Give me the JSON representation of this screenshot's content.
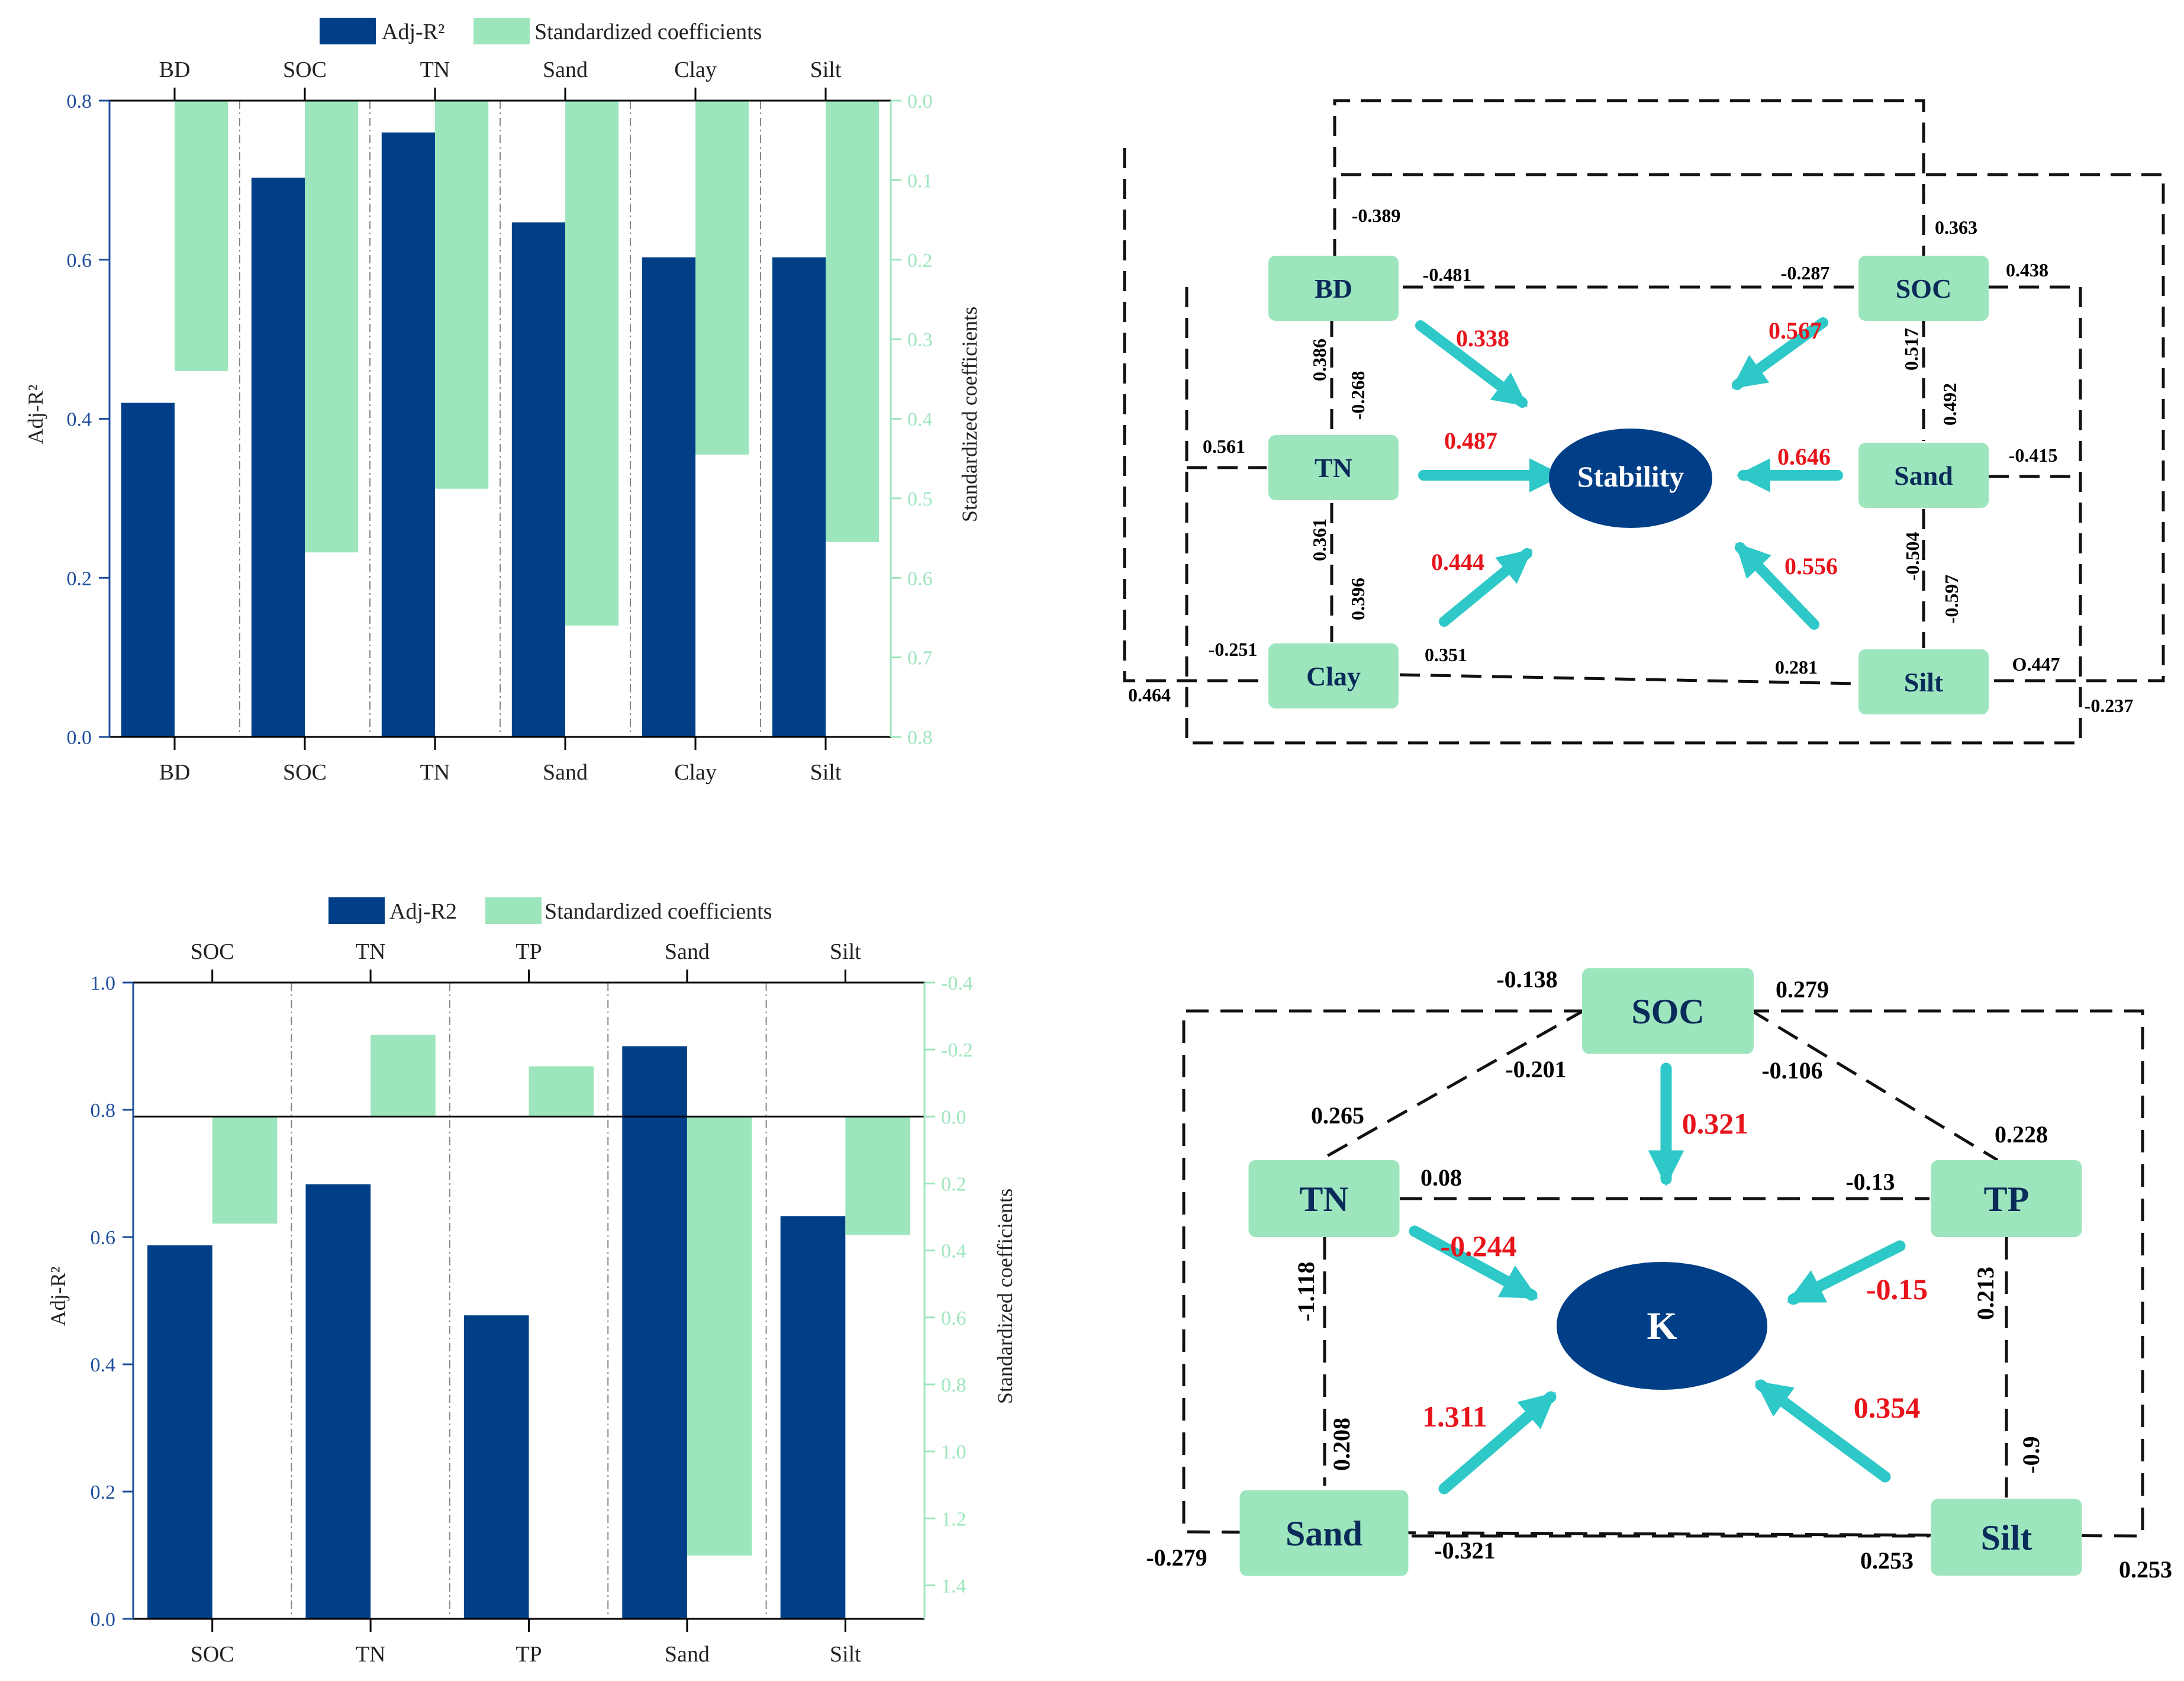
{
  "chart_data": [
    {
      "type": "bar",
      "categories": [
        "BD",
        "SOC",
        "TN",
        "Sand",
        "Clay",
        "Silt"
      ],
      "series": [
        {
          "name": "Adj-R²",
          "values": [
            0.42,
            0.703,
            0.76,
            0.647,
            0.603,
            0.603
          ],
          "color": "#003f87"
        },
        {
          "name": "Standardized coefficients",
          "values": [
            0.34,
            0.568,
            0.488,
            0.66,
            0.445,
            0.555
          ],
          "color": "#9de6bd"
        }
      ],
      "ylabel": "Adj-R²",
      "ylabel_right": "Standardized coefficients",
      "ylim": [
        0,
        0.8
      ],
      "ylim_right": [
        0,
        0.8
      ],
      "right_axis_inverted": true,
      "yticks": [
        "0.0",
        "0.2",
        "0.4",
        "0.6",
        "0.8"
      ],
      "yticks_right": [
        "0.0",
        "0.1",
        "0.2",
        "0.3",
        "0.4",
        "0.5",
        "0.6",
        "0.7",
        "0.8"
      ]
    },
    {
      "type": "bar",
      "categories": [
        "SOC",
        "TN",
        "TP",
        "Sand",
        "Silt"
      ],
      "series": [
        {
          "name": "Adj-R2",
          "values": [
            0.587,
            0.683,
            0.477,
            0.9,
            0.633
          ],
          "color": "#003f87"
        },
        {
          "name": "Standardized coefficients",
          "values": [
            0.32,
            -0.244,
            -0.15,
            1.311,
            0.354
          ],
          "color": "#9de6bd"
        }
      ],
      "ylabel": "Adj-R²",
      "ylabel_right": "Standardized coefficients",
      "ylim": [
        0,
        1.0
      ],
      "ylim_right": [
        -0.4,
        1.5
      ],
      "right_axis_inverted": true,
      "yticks": [
        "0.0",
        "0.2",
        "0.4",
        "0.6",
        "0.8",
        "1.0"
      ],
      "yticks_right": [
        "-0.4",
        "-0.2",
        "0.0",
        "0.2",
        "0.4",
        "0.6",
        "0.8",
        "1.0",
        "1.2",
        "1.4"
      ]
    }
  ],
  "diagram1": {
    "center": "Stability",
    "nodes": {
      "BD": "BD",
      "SOC": "SOC",
      "TN": "TN",
      "Sand": "Sand",
      "Clay": "Clay",
      "Silt": "Silt"
    },
    "paths": [
      "0.338",
      "0.567",
      "0.487",
      "0.646",
      "0.444",
      "0.556"
    ],
    "correlations": [
      "-0.389",
      "-0.481",
      "-0.287",
      "0.363",
      "0.438",
      "0.386",
      "-0.268",
      "0.517",
      "0.492",
      "0.561",
      "-0.415",
      "0.361",
      "0.396",
      "-0.504",
      "-0.597",
      "-0.251",
      "0.351",
      "0.281",
      "O.447",
      "0.464",
      "-0.237"
    ]
  },
  "diagram2": {
    "center": "K",
    "nodes": {
      "SOC": "SOC",
      "TN": "TN",
      "TP": "TP",
      "Sand": "Sand",
      "Silt": "Silt"
    },
    "paths": [
      "0.321",
      "-0.244",
      "-0.15",
      "1.311",
      "0.354"
    ],
    "correlations": [
      "-0.138",
      "0.279",
      "-0.201",
      "-0.106",
      "0.265",
      "0.228",
      "0.08",
      "-0.13",
      "-1.118",
      "0.213",
      "0.208",
      "-0.9",
      "-0.279",
      "-0.321",
      "0.253",
      "0.253"
    ]
  }
}
